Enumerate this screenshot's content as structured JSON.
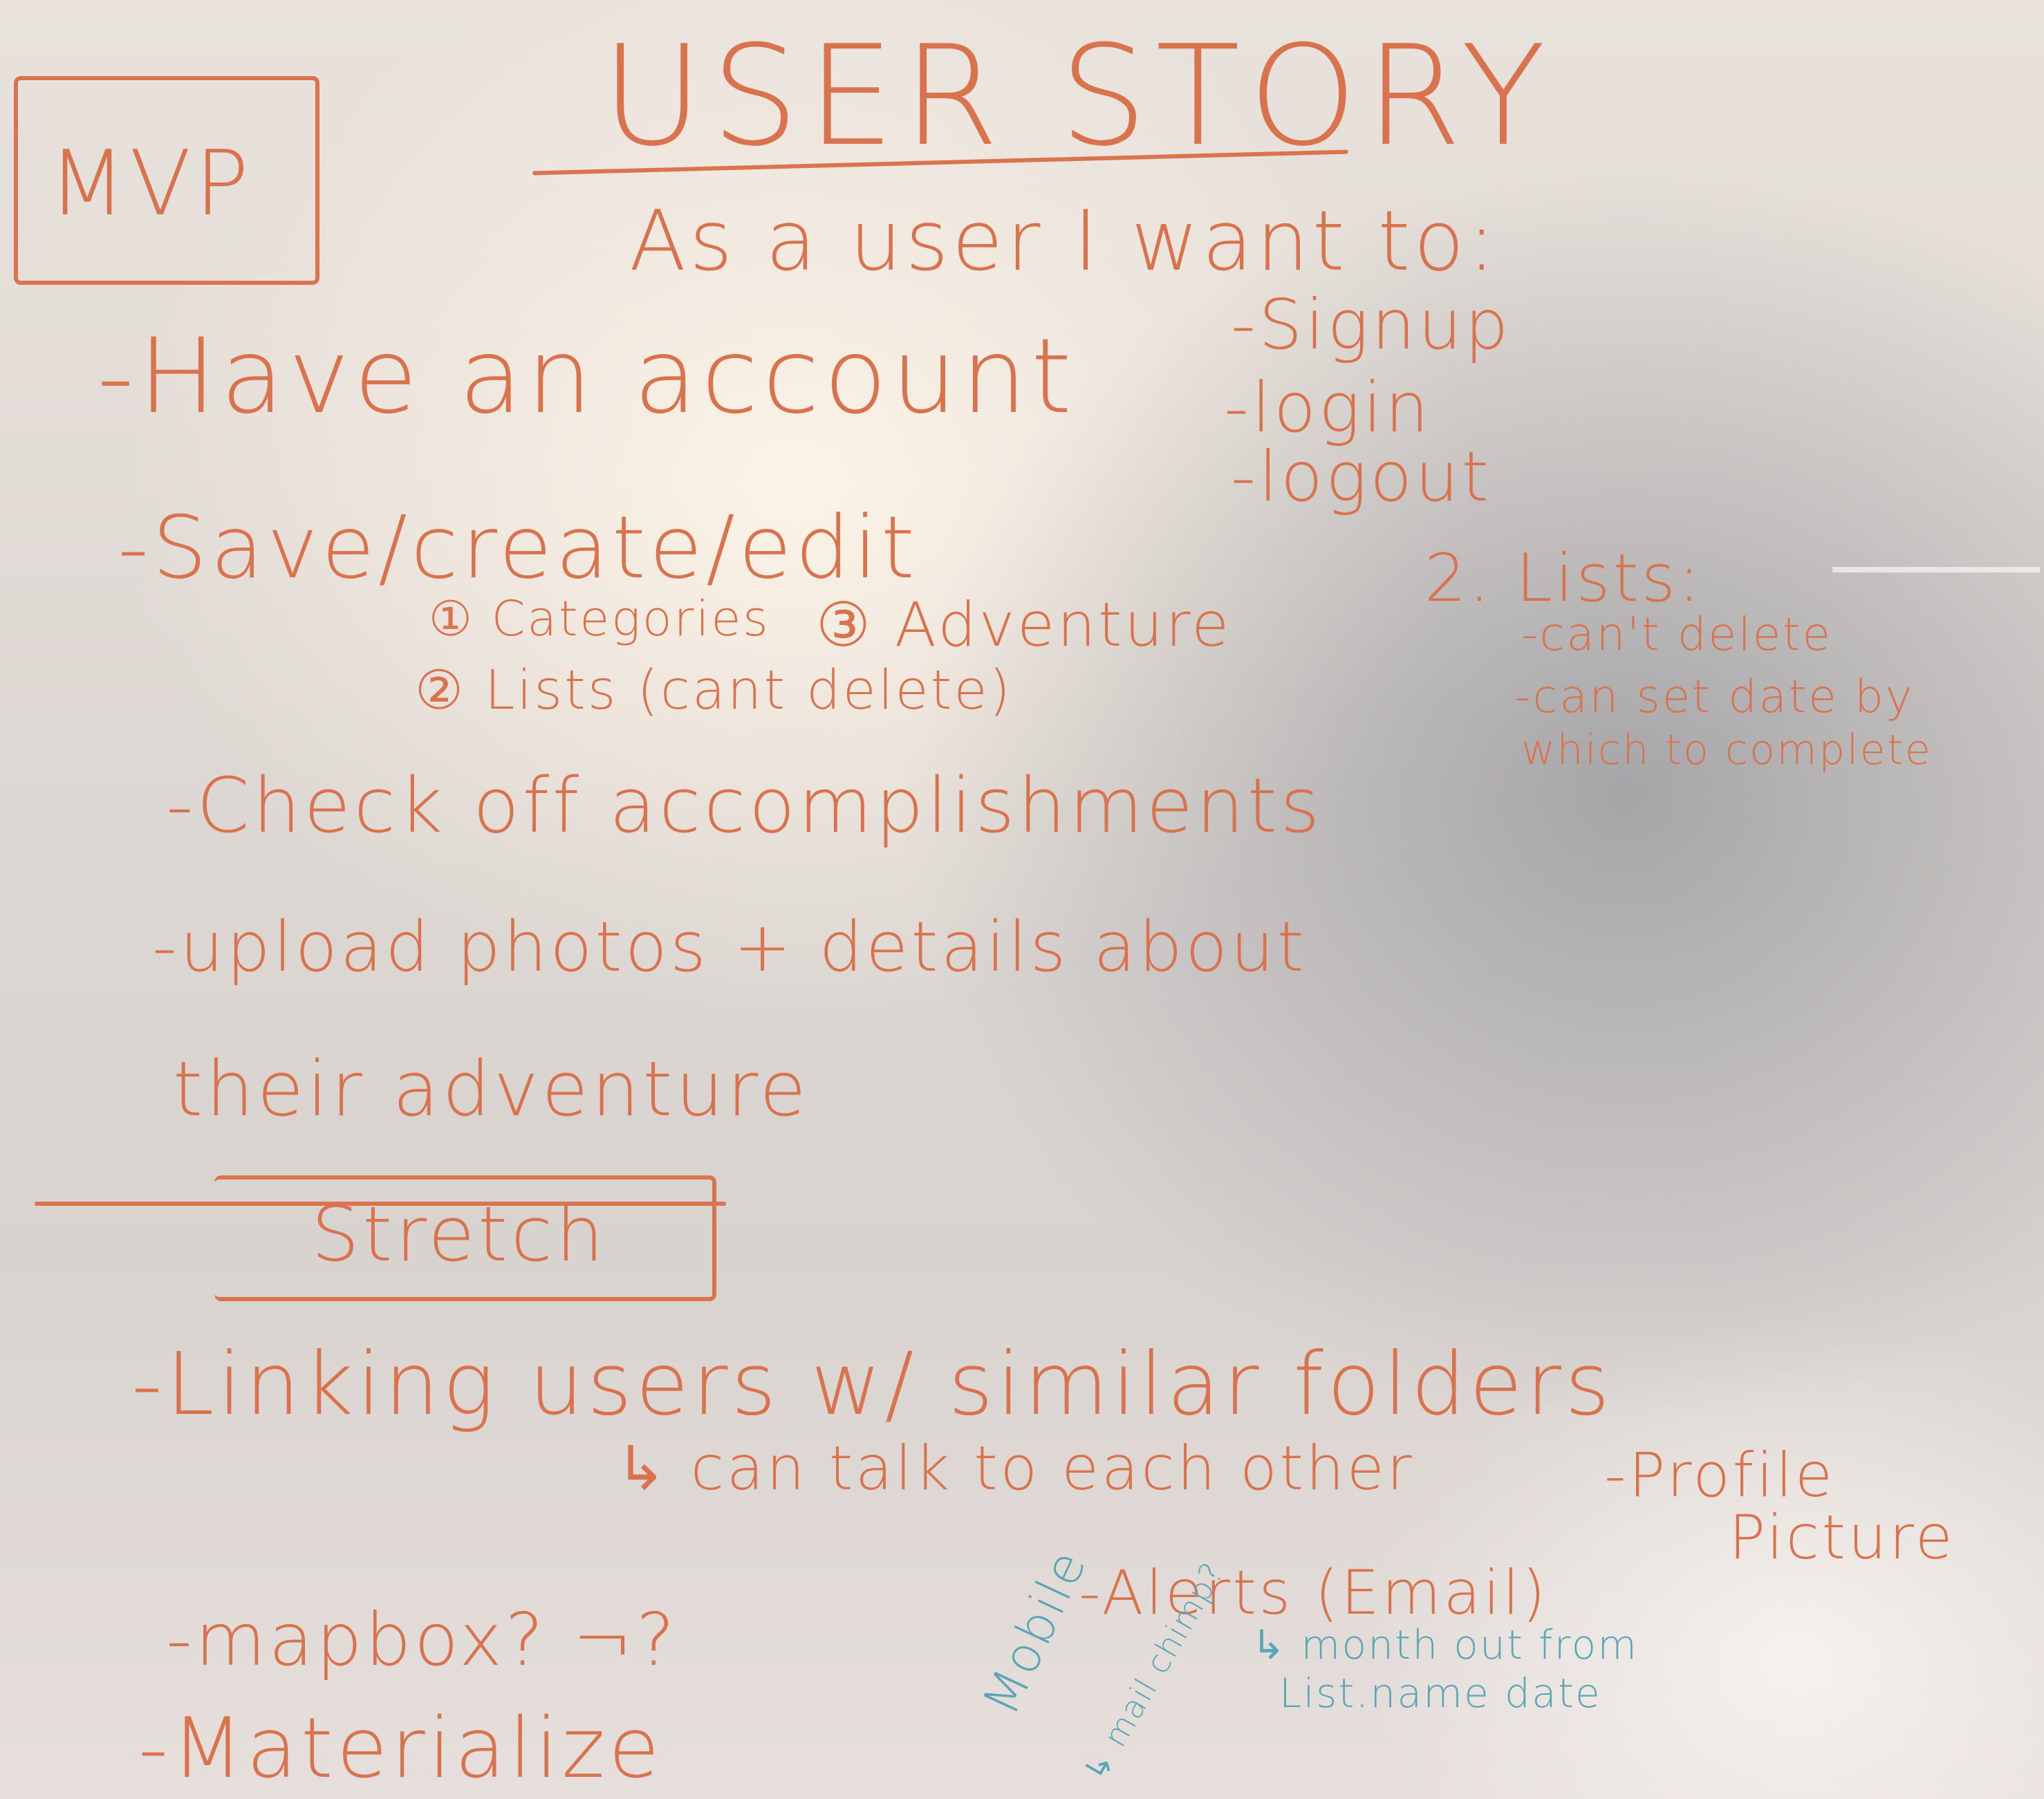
{
  "title": "USER STORY",
  "mvp_label": "MVP",
  "intro": "As a user I want to:",
  "mvp_items": {
    "account": "-Have an account",
    "signup": "-Signup",
    "login": "-login",
    "logout": "-logout",
    "save": "-Save/create/edit",
    "categories": "① Categories",
    "adventure": "③ Adventure",
    "lists": "② Lists (cant delete)",
    "check": "-Check off accomplishments",
    "upload": "-upload photos + details about",
    "their": "their adventure"
  },
  "lists_note": {
    "heading": "2. Lists:",
    "line1": "-can't delete",
    "line2": "-can set date by",
    "line3": "which to complete"
  },
  "stretch_label": "Stretch",
  "stretch_items": {
    "linking": "-Linking users w/ similar folders",
    "talk": "↳ can talk to each other",
    "profile": "-Profile",
    "picture": "Picture",
    "alerts": "-Alerts (Email)",
    "month": "↳ month out from",
    "listname": "List.name date",
    "mapbox": "-mapbox? ¬?",
    "materialize": "-Materialize",
    "mobile": "Mobile",
    "mailchimp": "↳ mail chimp?"
  },
  "colors": {
    "marker_orange": "#d9744f",
    "marker_teal": "#5aa6b6"
  }
}
